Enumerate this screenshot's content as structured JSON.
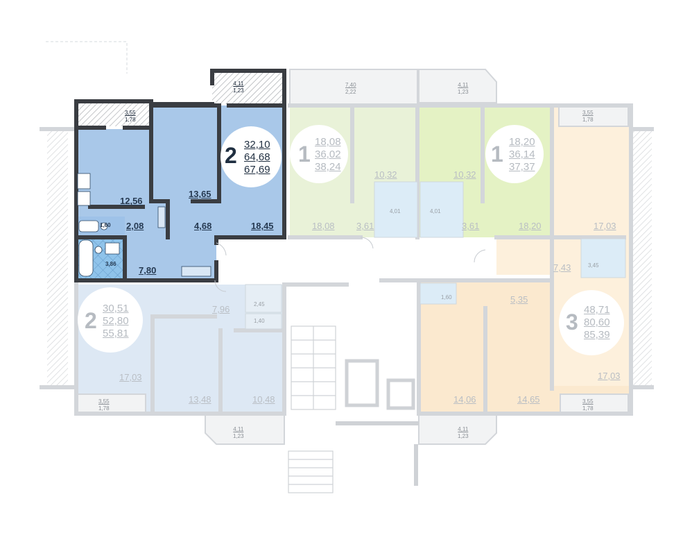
{
  "active_apartment": {
    "rooms": "2",
    "areas": [
      "32,10",
      "64,68",
      "67,69"
    ],
    "room_areas": {
      "kitchen": "12,56",
      "bedroom": "13,65",
      "living": "18,45",
      "corridor": "4,68",
      "hall": "7,80",
      "wc": "1,60",
      "closet": "2,08",
      "bathroom": "3,86"
    },
    "balcony_left": [
      "3,55",
      "1,78"
    ],
    "balcony_top": [
      "4,11",
      "1,23"
    ],
    "colors": {
      "fill": "#a9c8e9",
      "dark": "#8db4df",
      "wall": "#3a3d42",
      "text": "#263a52"
    }
  },
  "apartments": [
    {
      "id": "apt-1a",
      "rooms": "1",
      "areas": [
        "18,08",
        "36,02",
        "38,24"
      ],
      "room_areas": [
        "10,32",
        "18,08",
        "3,61",
        "4,01"
      ],
      "color": "#e9f2d8"
    },
    {
      "id": "apt-1b",
      "rooms": "1",
      "areas": [
        "18,20",
        "36,14",
        "37,37"
      ],
      "room_areas": [
        "10,32",
        "18,20",
        "3,61",
        "4,01"
      ],
      "color": "#e4f2c4"
    },
    {
      "id": "apt-3",
      "rooms": "3",
      "areas": [
        "48,71",
        "80,60",
        "85,39"
      ],
      "room_areas": [
        "17,03",
        "7,43",
        "3,45",
        "5,35",
        "1,60",
        "14,06",
        "14,65",
        "17,03"
      ],
      "color": "#fdecd3"
    },
    {
      "id": "apt-2b",
      "rooms": "2",
      "areas": [
        "30,51",
        "52,80",
        "55,81"
      ],
      "room_areas": [
        "7,96",
        "2,45",
        "1,40",
        "17,03",
        "13,48",
        "10,48"
      ],
      "color": "#dde8f4"
    }
  ],
  "balconies": {
    "top_center": [
      "7,40",
      "2,22"
    ],
    "top_right": [
      "4,11",
      "1,23"
    ],
    "right_top": [
      "3,55",
      "1,78"
    ],
    "bottom_left": [
      "3,55",
      "1,78"
    ],
    "bottom_center_left": [
      "4,11",
      "1,23"
    ],
    "bottom_center_right": [
      "4,11",
      "1,23"
    ],
    "bottom_right": [
      "3,55",
      "1,78"
    ]
  }
}
